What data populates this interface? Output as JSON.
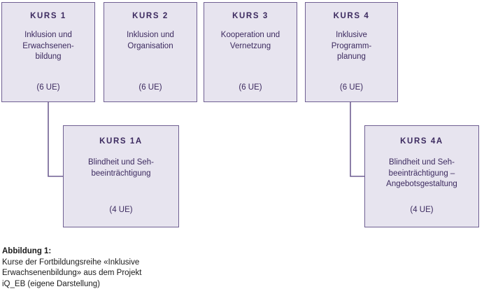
{
  "figure": {
    "colors": {
      "box_fill": "#e7e4ef",
      "box_border": "#6f5f92",
      "text": "#3c2a5f",
      "connector": "#6f5f92",
      "caption_text": "#1a1a1a",
      "background": "#ffffff"
    },
    "courses_main": [
      {
        "id": "kurs-1",
        "title": "KURS 1",
        "description": "Inklusion und\nErwachsenen-\nbildung",
        "units": "(6 UE)"
      },
      {
        "id": "kurs-2",
        "title": "KURS 2",
        "description": "Inklusion und\nOrganisation",
        "units": "(6 UE)"
      },
      {
        "id": "kurs-3",
        "title": "KURS 3",
        "description": "Kooperation und\nVernetzung",
        "units": "(6 UE)"
      },
      {
        "id": "kurs-4",
        "title": "KURS 4",
        "description": "Inklusive\nProgramm-\nplanung",
        "units": "(6 UE)"
      }
    ],
    "courses_sub": [
      {
        "id": "kurs-1a",
        "title": "KURS 1A",
        "description": "Blindheit und Seh-\nbeeinträchtigung",
        "units": "(4 UE)",
        "parent": "KURS 1"
      },
      {
        "id": "kurs-4a",
        "title": "KURS 4A",
        "description": "Blindheit und Seh-\nbeeinträchtigung –\nAngebotsgestaltung",
        "units": "(4 UE)",
        "parent": "KURS 4"
      }
    ]
  },
  "caption": {
    "label": "Abbildung 1:",
    "text": "Kurse der Fortbildungsreihe «Inklusive\nErwachsenenbildung» aus dem Projekt\niQ_EB (eigene Darstellung)"
  }
}
